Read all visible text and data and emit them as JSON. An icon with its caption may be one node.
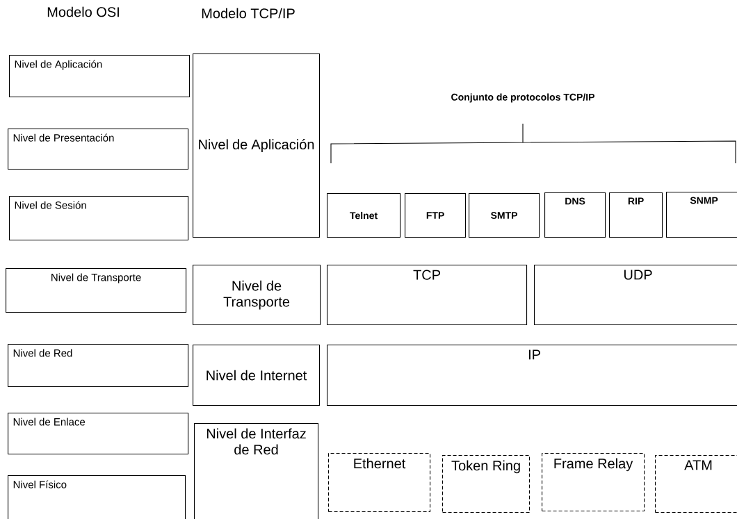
{
  "diagram": {
    "nodes": [
      {
        "text": [
          "Nivel de Aplicación"
        ]
      },
      {
        "text": [
          "Nivel de Presentación"
        ]
      },
      {
        "text": [
          "Nivel de Sesión"
        ]
      },
      {
        "text": [
          "Nivel de Transporte"
        ]
      },
      {
        "text": [
          "Nivel de Red"
        ]
      },
      {
        "text": [
          "Nivel de Enlace"
        ]
      },
      {
        "text": [
          "Nivel Físico"
        ]
      },
      {
        "text": [
          "Nivel de Aplicación"
        ]
      },
      {
        "text": [
          "Nivel de Transporte"
        ]
      },
      {
        "text": [
          "Nivel de Internet"
        ]
      },
      {
        "text": [
          "Nivel de Interfaz de Red"
        ]
      },
      {
        "text": [
          "Telnet"
        ]
      },
      {
        "text": [
          "FTP"
        ]
      },
      {
        "text": [
          "SMTP"
        ]
      },
      {
        "text": [
          "DNS"
        ]
      },
      {
        "text": [
          "RIP"
        ]
      },
      {
        "text": [
          "SNMP"
        ]
      },
      {
        "text": [
          "TCP"
        ]
      },
      {
        "text": [
          "UDP"
        ]
      },
      {
        "text": [
          "IP"
        ]
      },
      {
        "text": [
          "Ethernet"
        ]
      },
      {
        "text": [
          "Token Ring"
        ]
      },
      {
        "text": [
          "Frame Relay"
        ]
      },
      {
        "text": [
          "ATM"
        ]
      }
    ],
    "labels": [
      "Modelo OSI",
      "Modelo TCP/IP",
      "Conjunto de protocolos TCP/IP"
    ]
  }
}
